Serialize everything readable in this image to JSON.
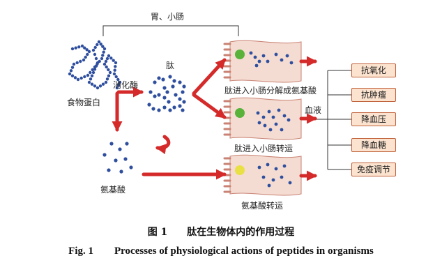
{
  "labels": {
    "top_bracket": "胃、小肠",
    "protein": "食物蛋白",
    "digestive_enzyme": "消化酶",
    "peptide": "肽",
    "amino_acid": "氨基酸",
    "cell1": "肽进入小肠分解成氨基酸",
    "cell2": "肽进入小肠转运",
    "cell3": "氨基酸转运",
    "blood": "血液"
  },
  "effects": [
    "抗氧化",
    "抗肿瘤",
    "降血压",
    "降血糖",
    "免疫调节"
  ],
  "caption": {
    "cn": "图 1　　肽在生物体内的作用过程",
    "en": "Fig. 1　　Processes of physiological actions of peptides in organisms"
  },
  "colors": {
    "arrow": "#d42a2a",
    "dot": "#2f4f9e",
    "cell_fill": "#f4dcd2",
    "cell_border": "#c98273",
    "box_fill": "#fbe3cf",
    "box_border": "#c0623a",
    "green_dot": "#59b33b",
    "yellow_dot": "#e8e045"
  }
}
